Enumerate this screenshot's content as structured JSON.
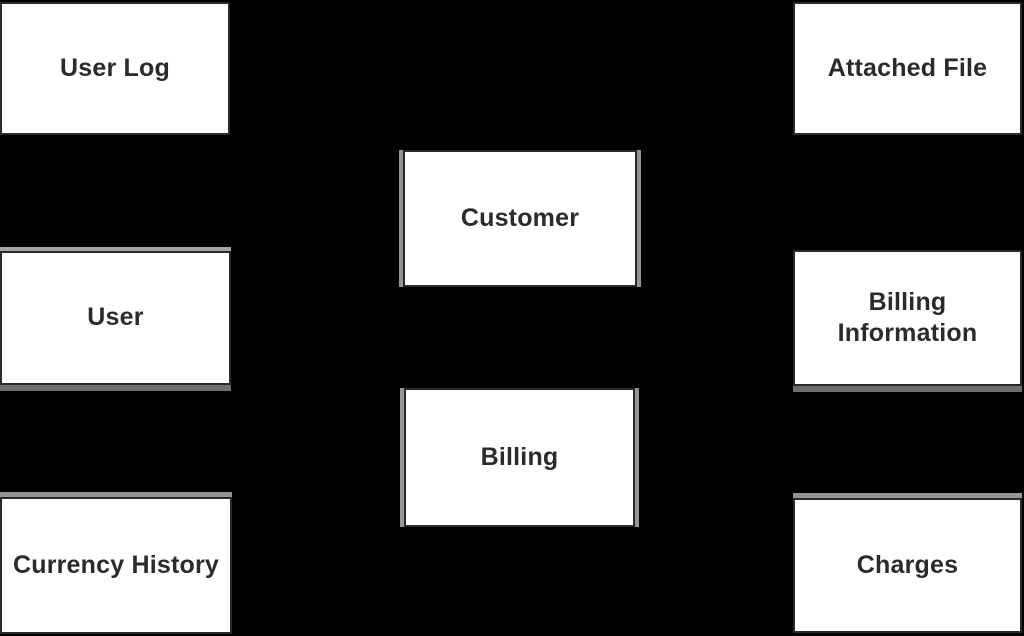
{
  "diagram": {
    "background_color": "#000000",
    "entity_fill_color": "#ffffff",
    "entity_border_color": "#2a2a2a",
    "entity_text_color": "#2b2b2b",
    "shadow_accent_color": "#8c8c8c",
    "entities": [
      {
        "id": "user-log",
        "label": "User Log"
      },
      {
        "id": "attached-file",
        "label": "Attached File"
      },
      {
        "id": "customer",
        "label": "Customer"
      },
      {
        "id": "user",
        "label": "User"
      },
      {
        "id": "billing-information",
        "label": "Billing Information"
      },
      {
        "id": "billing",
        "label": "Billing"
      },
      {
        "id": "currency-history",
        "label": "Currency History"
      },
      {
        "id": "charges",
        "label": "Charges"
      }
    ]
  }
}
